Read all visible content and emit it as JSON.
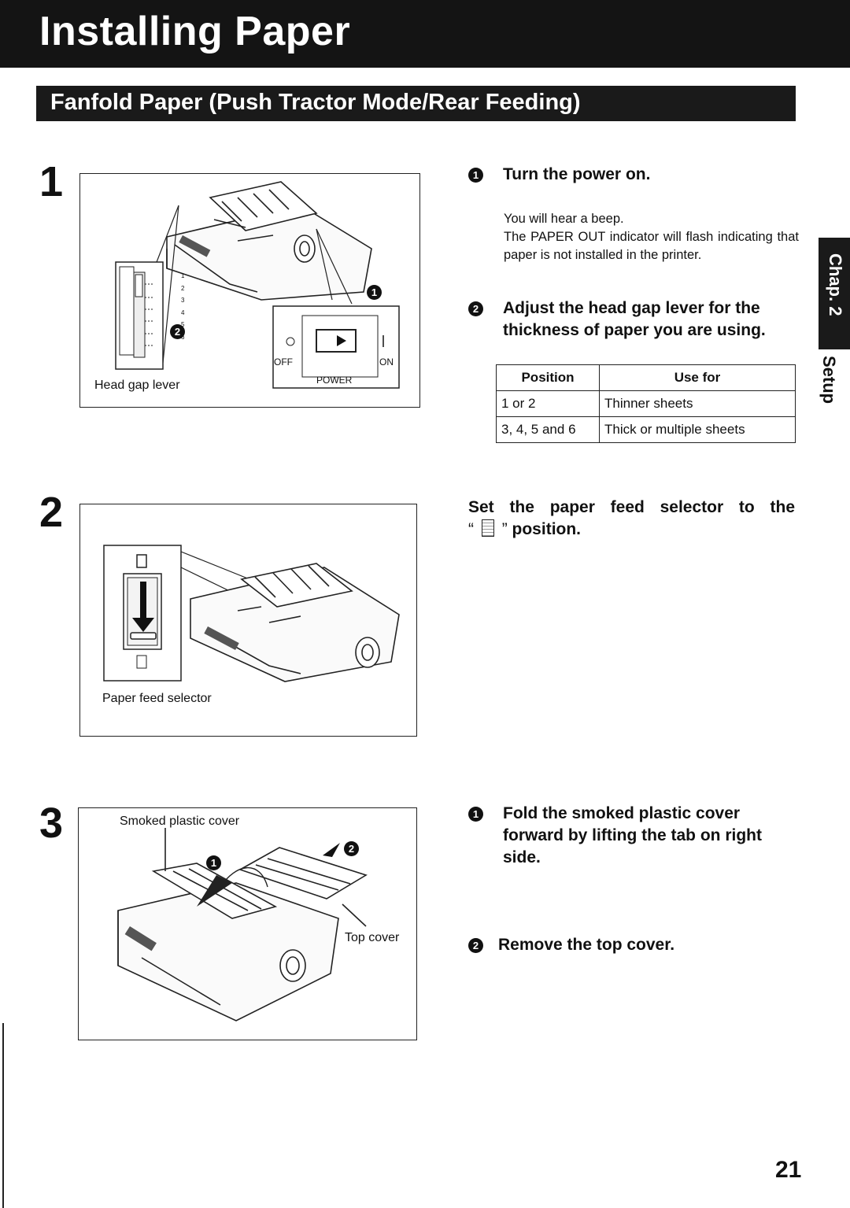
{
  "header": {
    "title": "Installing Paper",
    "subtitle": "Fanfold Paper (Push Tractor Mode/Rear Feeding)"
  },
  "side_tab": {
    "chapter": "Chap. 2",
    "section": "Setup"
  },
  "steps": [
    {
      "number": "1",
      "instructions": [
        {
          "marker": "1",
          "heading": "Turn the power on.",
          "body": [
            "You will hear a beep.",
            "The PAPER OUT indicator will flash indicating that paper is not installed in the printer."
          ]
        },
        {
          "marker": "2",
          "heading": "Adjust the head gap lever for the thickness of paper you are using."
        }
      ],
      "figure": {
        "callouts": {
          "head_gap_lever": "Head gap lever",
          "power": "POWER",
          "off": "OFF",
          "on": "ON"
        },
        "markers": [
          "1",
          "2"
        ],
        "lever_positions": [
          "1",
          "2",
          "3",
          "4",
          "5",
          "6"
        ]
      },
      "table": {
        "headers": [
          "Position",
          "Use for"
        ],
        "rows": [
          [
            "1 or 2",
            "Thinner sheets"
          ],
          [
            "3, 4, 5 and 6",
            "Thick or multiple sheets"
          ]
        ]
      }
    },
    {
      "number": "2",
      "instructions": [
        {
          "heading_pre": "Set the paper feed selector to the",
          "heading_post": "position."
        }
      ],
      "figure": {
        "callouts": {
          "paper_feed_selector": "Paper feed selector"
        }
      }
    },
    {
      "number": "3",
      "instructions": [
        {
          "marker": "1",
          "heading": "Fold the smoked plastic cover forward by lifting the tab on right side."
        },
        {
          "marker": "2",
          "heading": "Remove the top cover."
        }
      ],
      "figure": {
        "callouts": {
          "smoked_cover": "Smoked plastic cover",
          "top_cover": "Top cover"
        },
        "markers": [
          "1",
          "2"
        ]
      }
    }
  ],
  "page_number": "21"
}
